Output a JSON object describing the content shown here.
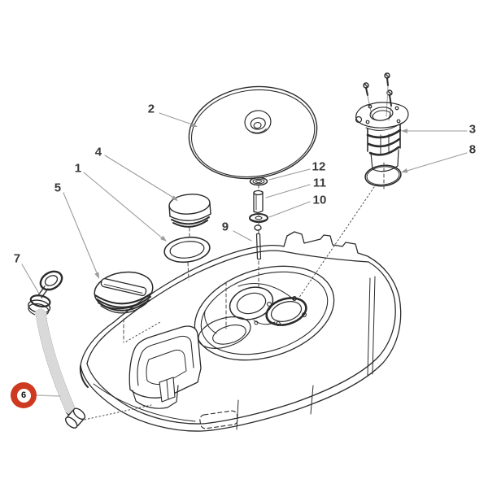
{
  "diagram": {
    "type": "exploded-parts-diagram",
    "callouts": [
      {
        "id": "1"
      },
      {
        "id": "2"
      },
      {
        "id": "3"
      },
      {
        "id": "4"
      },
      {
        "id": "5"
      },
      {
        "id": "6"
      },
      {
        "id": "7"
      },
      {
        "id": "8"
      },
      {
        "id": "9"
      },
      {
        "id": "10"
      },
      {
        "id": "11"
      },
      {
        "id": "12"
      }
    ],
    "highlighted_callout": {
      "number": "6",
      "ring_color": "#cd3a20",
      "fill_color": "#ffffff",
      "number_color": "#111111"
    },
    "colors": {
      "background": "#ffffff",
      "line_art": "#2b2b2b",
      "leader_line": "#9b9b9b",
      "label_text": "#3a3a3a",
      "hidden_line": "#4a4a4a"
    }
  }
}
